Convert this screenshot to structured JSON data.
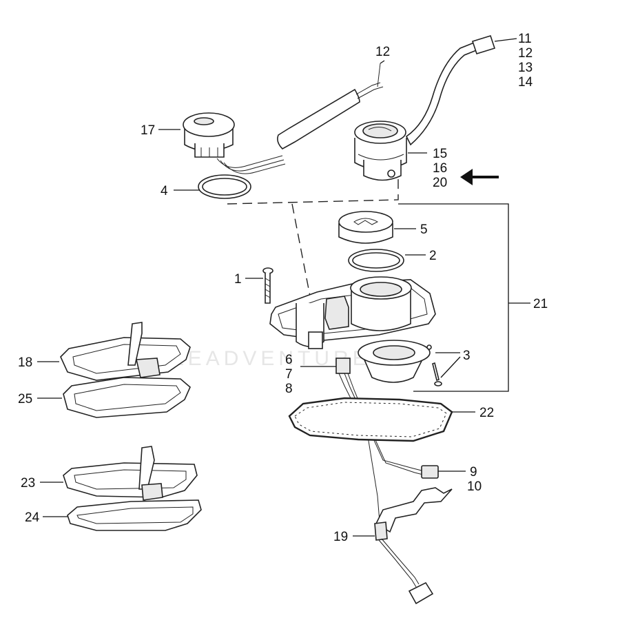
{
  "diagram": {
    "callouts": {
      "c1": "1",
      "c2": "2",
      "c3": "3",
      "c4": "4",
      "c5": "5",
      "c6": "6",
      "c7": "7",
      "c8": "8",
      "c9": "9",
      "c10": "10",
      "c11": "11",
      "c12a": "12",
      "c12b": "12",
      "c13": "13",
      "c14": "14",
      "c15": "15",
      "c16": "16",
      "c17": "17",
      "c18": "18",
      "c19": "19",
      "c20": "20",
      "c21": "21",
      "c22": "22",
      "c23": "23",
      "c24": "24",
      "c25": "25"
    },
    "watermark": "LEADVENTURE",
    "arrow_icon": "left-arrow-icon"
  }
}
